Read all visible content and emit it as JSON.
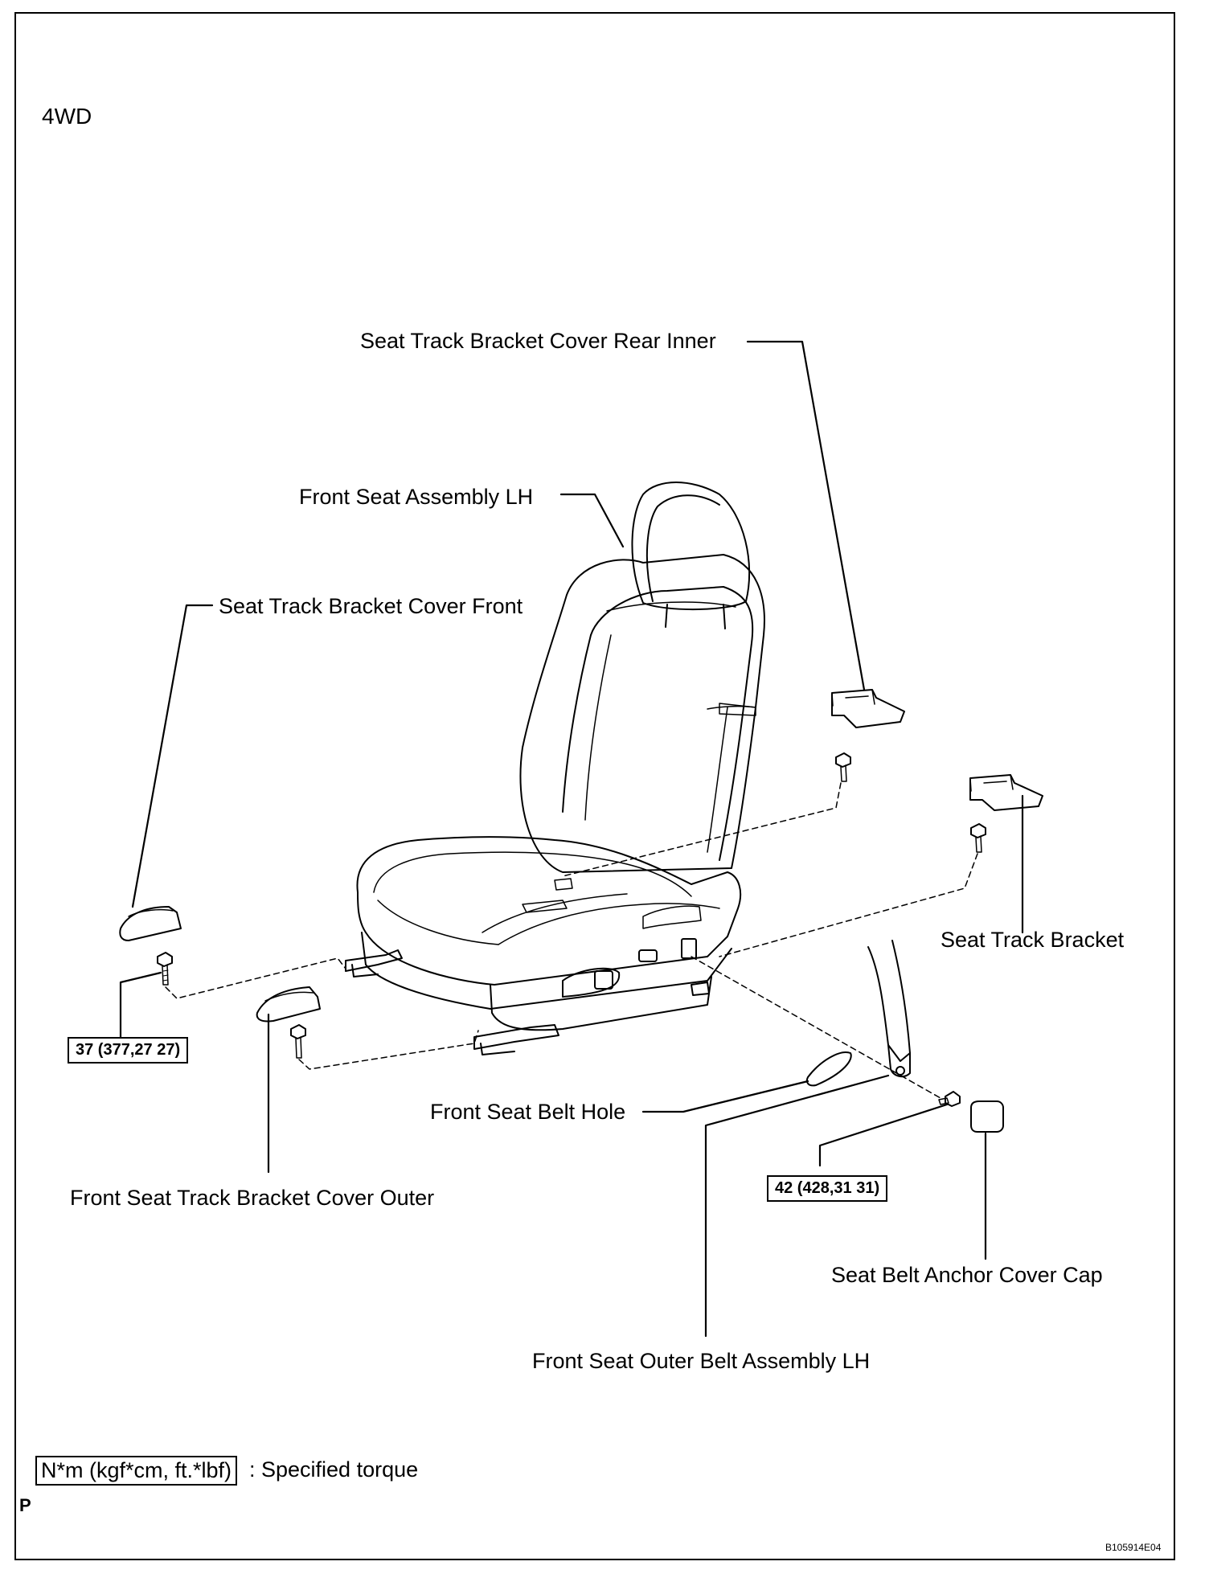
{
  "variant_label": "4WD",
  "labels": {
    "rear_inner_cover": "Seat Track Bracket Cover Rear Inner",
    "front_seat_assembly": "Front Seat Assembly LH",
    "front_cover": "Seat Track Bracket Cover Front",
    "track_bracket": "Seat Track Bracket",
    "belt_hole": "Front Seat Belt Hole",
    "outer_cover": "Front Seat Track Bracket Cover Outer",
    "anchor_cap": "Seat Belt Anchor Cover Cap",
    "outer_belt": "Front Seat Outer Belt Assembly LH"
  },
  "torques": {
    "front_bolt": "37 (377,27 27)",
    "belt_bolt": "42 (428,31 31)"
  },
  "legend": {
    "box": "N*m (kgf*cm, ft.*lbf)",
    "text": ": Specified torque"
  },
  "corner_mark": "P",
  "figure_code": "B105914E04",
  "colors": {
    "line": "#000000",
    "background": "#ffffff"
  }
}
